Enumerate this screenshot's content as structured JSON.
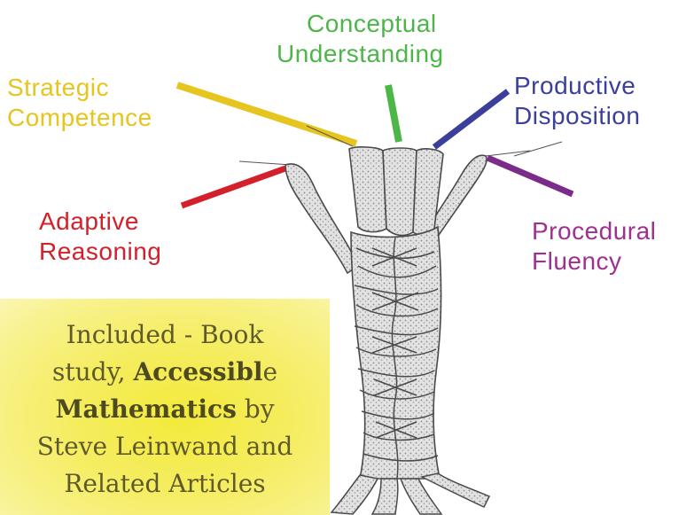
{
  "diagram": {
    "strands": [
      {
        "id": "conceptual",
        "lines": [
          "Conceptual",
          "Understanding"
        ],
        "color": "#4db648"
      },
      {
        "id": "strategic",
        "lines": [
          "Strategic",
          "Competence"
        ],
        "color": "#e6c51e"
      },
      {
        "id": "productive",
        "lines": [
          "Productive",
          "Disposition"
        ],
        "color": "#3a3f9c"
      },
      {
        "id": "adaptive",
        "lines": [
          "Adaptive",
          "Reasoning"
        ],
        "color": "#d4202a"
      },
      {
        "id": "procedural",
        "lines": [
          "Procedural",
          "Fluency"
        ],
        "color": "#a0308f"
      }
    ],
    "rope_color": "#c9c9c9",
    "rope_outline_color": "#555555"
  },
  "note": {
    "line1": "Included - Book",
    "line2a": "study, ",
    "line2b_bold": "Accessibl",
    "line2c": "e",
    "line3a_bold": "Mathematics",
    "line3b": " by",
    "line4a": "Steve Leinwand",
    "line4b": " and",
    "line5": "Related Articles",
    "background_color": "#f3ea3a"
  }
}
